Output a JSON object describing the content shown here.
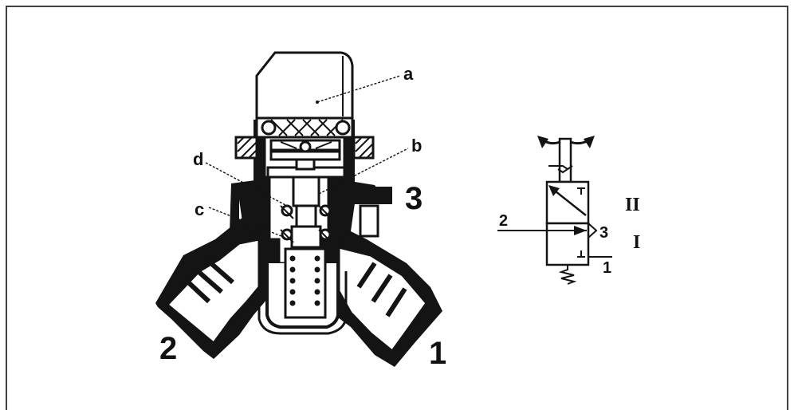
{
  "valve_section": {
    "callouts": [
      "a",
      "b",
      "c",
      "d"
    ],
    "ports": [
      "1",
      "2",
      "3"
    ]
  },
  "symbol": {
    "port_in": "2",
    "port_exhaust": "3",
    "port_supply": "1",
    "position_upper": "II",
    "position_lower": "I"
  },
  "colors": {
    "ink": "#111111",
    "body": "#141414",
    "face": "#ffffff",
    "frame": "#000000"
  }
}
